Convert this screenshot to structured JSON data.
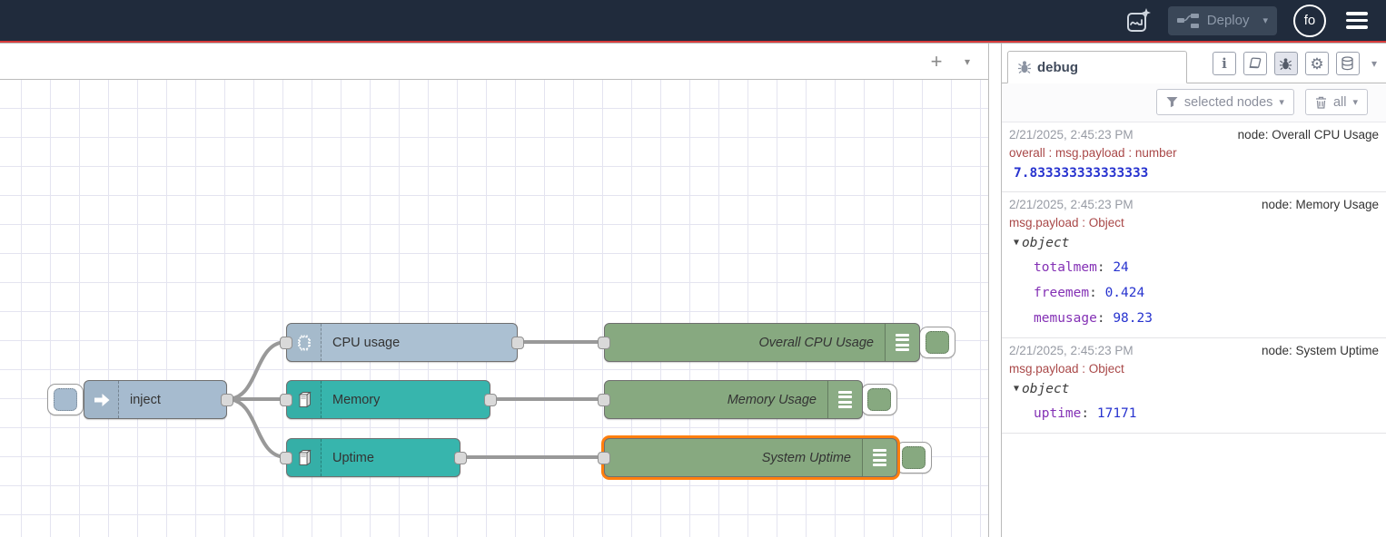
{
  "header": {
    "deploy_label": "Deploy",
    "avatar_label": "fo"
  },
  "icons": {
    "caret_down": "▾",
    "plus": "+",
    "info": "i",
    "gear": "⚙",
    "object_caret": "▼"
  },
  "workspace": {
    "grid": "on"
  },
  "flow": {
    "wire_color": "#999999",
    "selection_color": "#ff7f0e",
    "nodes": [
      {
        "label": "inject",
        "type": "inject",
        "color": "#a6bbcf"
      },
      {
        "label": "CPU usage",
        "type": "os-cpu",
        "color": "#abc0d2"
      },
      {
        "label": "Memory",
        "type": "os-memory",
        "color": "#37b5ad"
      },
      {
        "label": "Uptime",
        "type": "os-uptime",
        "color": "#37b5ad"
      },
      {
        "label": "Overall CPU Usage",
        "type": "debug",
        "color": "#87a980"
      },
      {
        "label": "Memory Usage",
        "type": "debug",
        "color": "#87a980"
      },
      {
        "label": "System Uptime",
        "type": "debug",
        "color": "#87a980",
        "selected": true
      }
    ]
  },
  "sidebar": {
    "tab_label": "debug",
    "filter_button_label": "selected nodes",
    "clear_button_label": "all",
    "messages": [
      {
        "timestamp": "2/21/2025, 2:45:23 PM",
        "node": "node: Overall CPU Usage",
        "meta": "overall : msg.payload : number",
        "value": "7.833333333333333"
      },
      {
        "timestamp": "2/21/2025, 2:45:23 PM",
        "node": "node: Memory Usage",
        "meta": "msg.payload : Object",
        "object_label": "object",
        "entries": [
          {
            "key": "totalmem",
            "value": "24"
          },
          {
            "key": "freemem",
            "value": "0.424"
          },
          {
            "key": "memusage",
            "value": "98.23"
          }
        ]
      },
      {
        "timestamp": "2/21/2025, 2:45:23 PM",
        "node": "node: System Uptime",
        "meta": "msg.payload : Object",
        "object_label": "object",
        "entries": [
          {
            "key": "uptime",
            "value": "17171"
          }
        ]
      }
    ]
  },
  "colors": {
    "header_bg": "#202b3c",
    "header_accent": "#d83b3b",
    "debug_key": "#8431b5",
    "debug_value": "#2733cf",
    "debug_meta": "#a94848"
  }
}
